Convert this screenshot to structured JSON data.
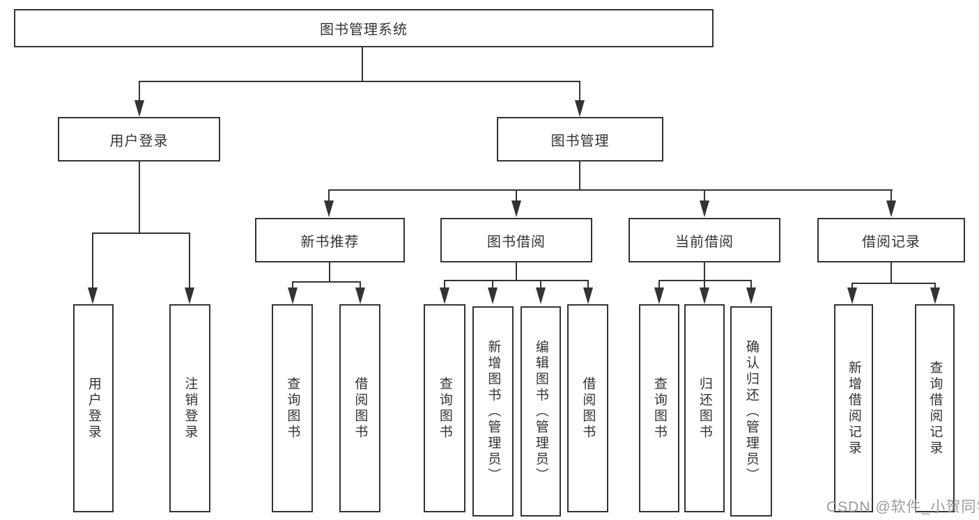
{
  "diagram": {
    "root": {
      "label": "图书管理系统"
    },
    "level2": {
      "user_login": {
        "label": "用户登录"
      },
      "book_management": {
        "label": "图书管理"
      }
    },
    "level3": {
      "new_book_recommend": {
        "label": "新书推荐"
      },
      "book_borrowing": {
        "label": "图书借阅"
      },
      "current_borrowing": {
        "label": "当前借阅"
      },
      "borrowing_records": {
        "label": "借阅记录"
      }
    },
    "leaves": {
      "user_login": [
        "用户登录",
        "注销登录"
      ],
      "new_book_recommend": [
        "查询图书",
        "借阅图书"
      ],
      "book_borrowing": [
        "查询图书",
        "新增图书（管理员）",
        "编辑图书（管理员）",
        "借阅图书"
      ],
      "current_borrowing": [
        "查询图书",
        "归还图书",
        "确认归还（管理员）"
      ],
      "borrowing_records": [
        "新增借阅记录",
        "查询借阅记录"
      ]
    }
  },
  "watermark": {
    "text": "CSDN @软件_小贺同学"
  },
  "colors": {
    "line": "#333333",
    "text": "#333333",
    "box_background": "#ffffff",
    "page_background": "#ffffff",
    "watermark": "#9b9b9b"
  }
}
